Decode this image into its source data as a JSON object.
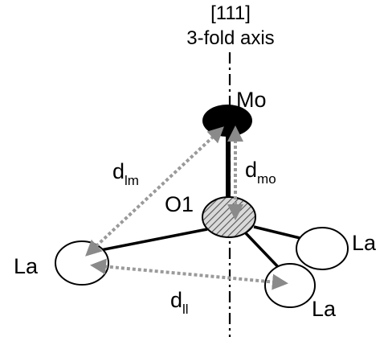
{
  "axis": {
    "direction": "[111]",
    "label": "3-fold axis"
  },
  "atoms": {
    "mo": "Mo",
    "o1": "O1",
    "la_left": "La",
    "la_right": "La",
    "la_bottom": "La"
  },
  "distances": {
    "lm": {
      "base": "d",
      "sub": "lm"
    },
    "mo": {
      "base": "d",
      "sub": "mo"
    },
    "ll": {
      "base": "d",
      "sub": "ll"
    }
  },
  "colors": {
    "atom_fill": "#ffffff",
    "mo_fill": "#000000",
    "o1_hatch": "#555555",
    "o1_fill": "#d9d9d9",
    "distance_arrow": "#9a9a9a",
    "bond": "#000000"
  }
}
